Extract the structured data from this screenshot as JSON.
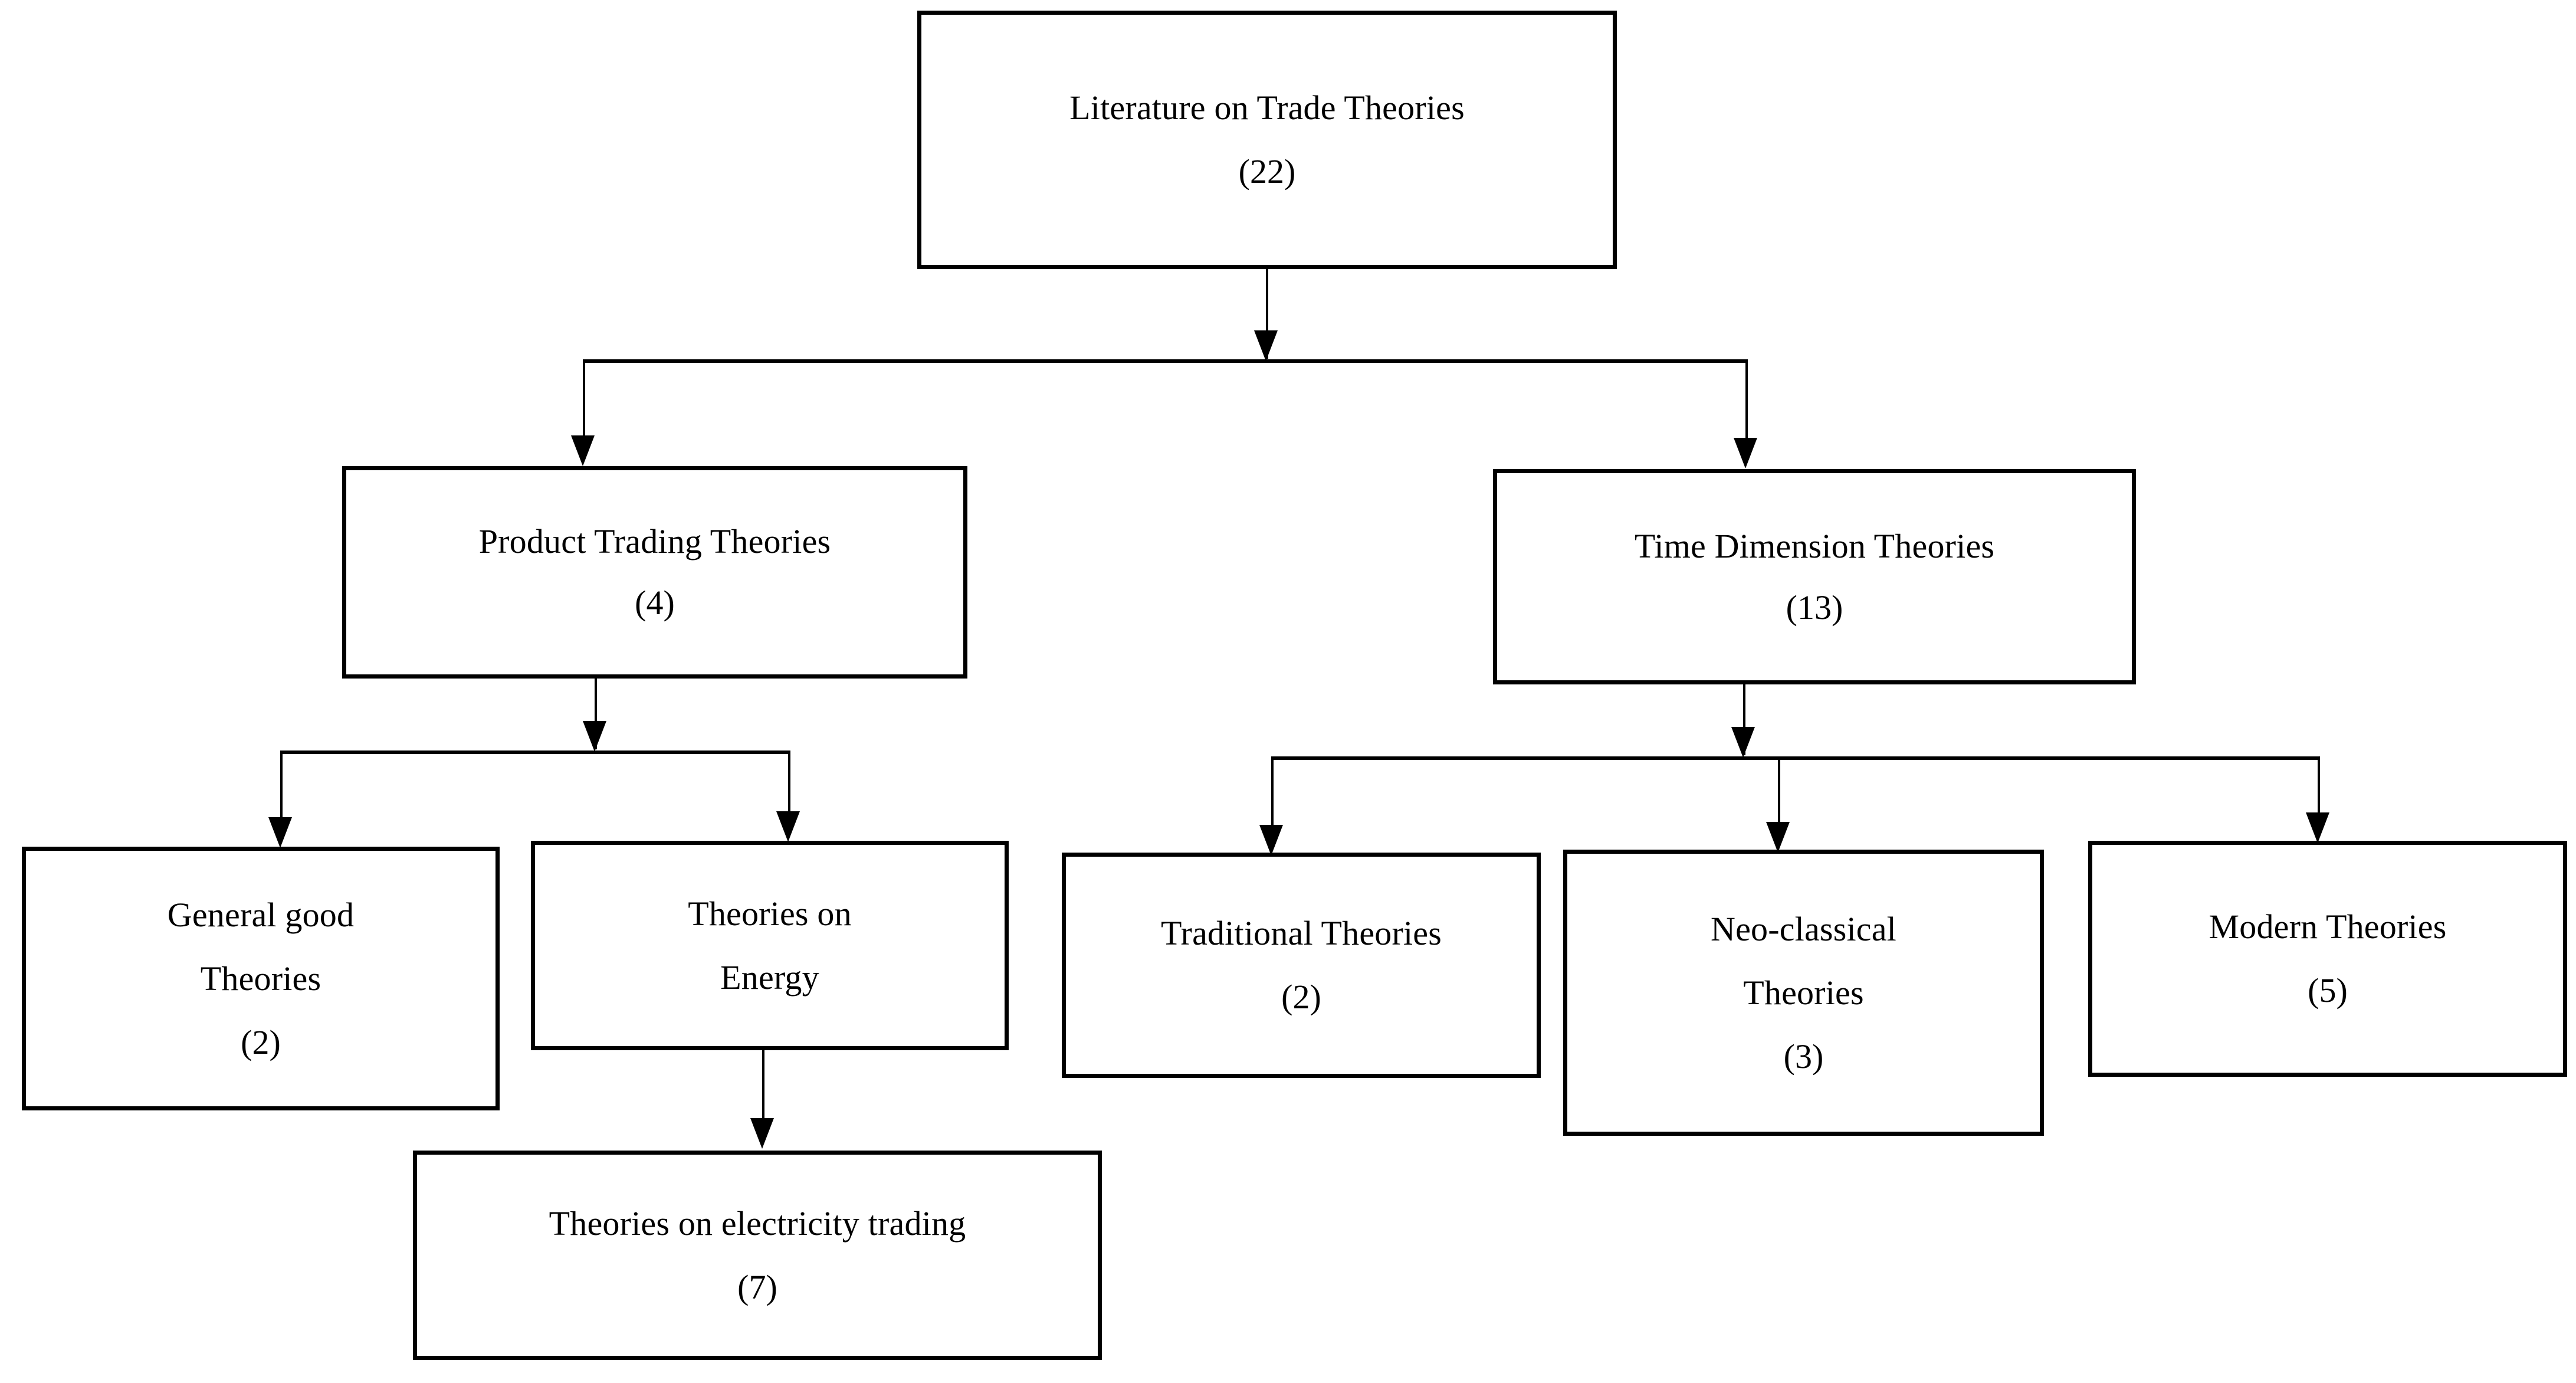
{
  "diagram": {
    "type": "hierarchy-tree",
    "title": "Literature on Trade Theories classification tree",
    "background_color": "#FFFFFF",
    "line_color": "#000000",
    "text_color": "#000000"
  },
  "nodes": {
    "root": {
      "label": "Literature on Trade Theories",
      "count": "(22)"
    },
    "product_trading": {
      "label": "Product Trading Theories",
      "count": "(4)"
    },
    "time_dimension": {
      "label": "Time Dimension Theories",
      "count": "(13)"
    },
    "general_good": {
      "label_line1": "General good",
      "label_line2": "Theories",
      "count": "(2)"
    },
    "theories_energy": {
      "label_line1": "Theories on",
      "label_line2": "Energy"
    },
    "electricity_trading": {
      "label": "Theories on electricity trading",
      "count": "(7)"
    },
    "traditional": {
      "label": "Traditional Theories",
      "count": "(2)"
    },
    "neo_classical": {
      "label_line1": "Neo-classical",
      "label_line2": "Theories",
      "count": "(3)"
    },
    "modern": {
      "label": "Modern Theories",
      "count": "(5)"
    }
  },
  "edges": [
    {
      "from": "root",
      "to": "product_trading"
    },
    {
      "from": "root",
      "to": "time_dimension"
    },
    {
      "from": "product_trading",
      "to": "general_good"
    },
    {
      "from": "product_trading",
      "to": "theories_energy"
    },
    {
      "from": "theories_energy",
      "to": "electricity_trading"
    },
    {
      "from": "time_dimension",
      "to": "traditional"
    },
    {
      "from": "time_dimension",
      "to": "neo_classical"
    },
    {
      "from": "time_dimension",
      "to": "modern"
    }
  ]
}
